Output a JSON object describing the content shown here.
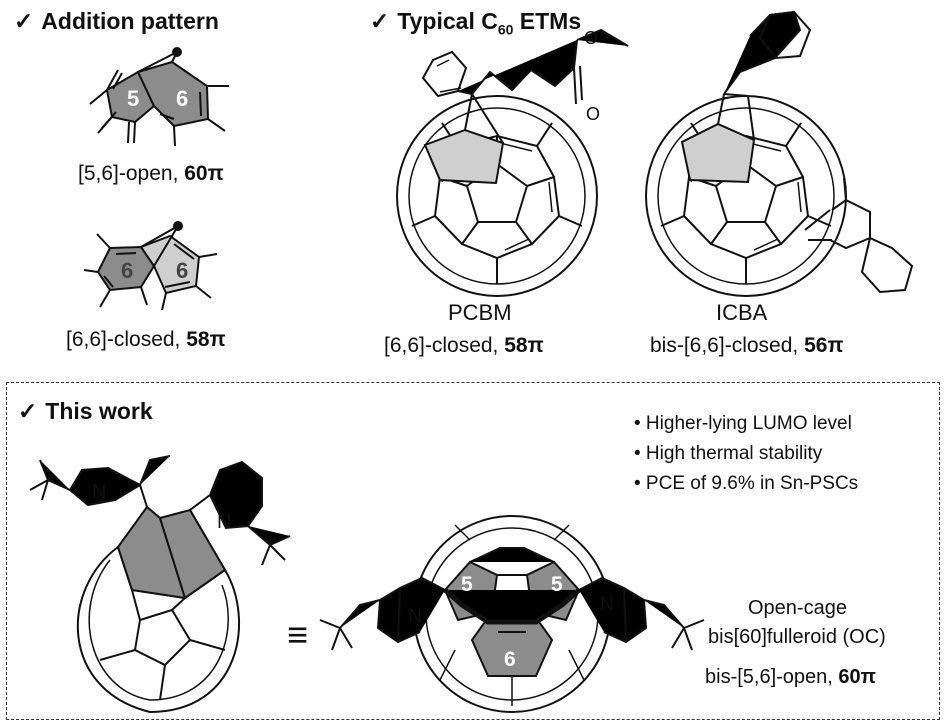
{
  "sections": {
    "addition": {
      "check": "✓",
      "title": "Addition pattern"
    },
    "typical": {
      "check": "✓",
      "title_pre": "Typical C",
      "title_sub": "60",
      "title_post": " ETMs"
    },
    "thiswork": {
      "check": "✓",
      "title": "This work"
    }
  },
  "addition": {
    "open": {
      "label": "[5,6]-open, ",
      "pi": "60π",
      "ring5": "5",
      "ring6": "6"
    },
    "closed": {
      "label": "[6,6]-closed, ",
      "pi": "58π",
      "ring_a": "6",
      "ring_b": "6"
    }
  },
  "etms": {
    "pcbm": {
      "name": "PCBM",
      "label": "[6,6]-closed, ",
      "pi": "58π"
    },
    "icba": {
      "name": "ICBA",
      "label": "bis-[6,6]-closed, ",
      "pi": "56π"
    }
  },
  "features": [
    "• Higher-lying LUMO level",
    "• High thermal stability",
    "• PCE of 9.6% in Sn-PSCs"
  ],
  "oc": {
    "name_line1": "Open-cage",
    "name_line2": "bis[60]fulleroid (OC)",
    "label": "bis-[5,6]-open, ",
    "pi": "60π",
    "equiv": "≡",
    "atom_n": "N",
    "ring5a": "5",
    "ring5b": "5",
    "ring6": "6"
  },
  "colors": {
    "shade_dark": "#8c8c8c",
    "shade_light": "#cfcfcf",
    "line": "#111111"
  }
}
